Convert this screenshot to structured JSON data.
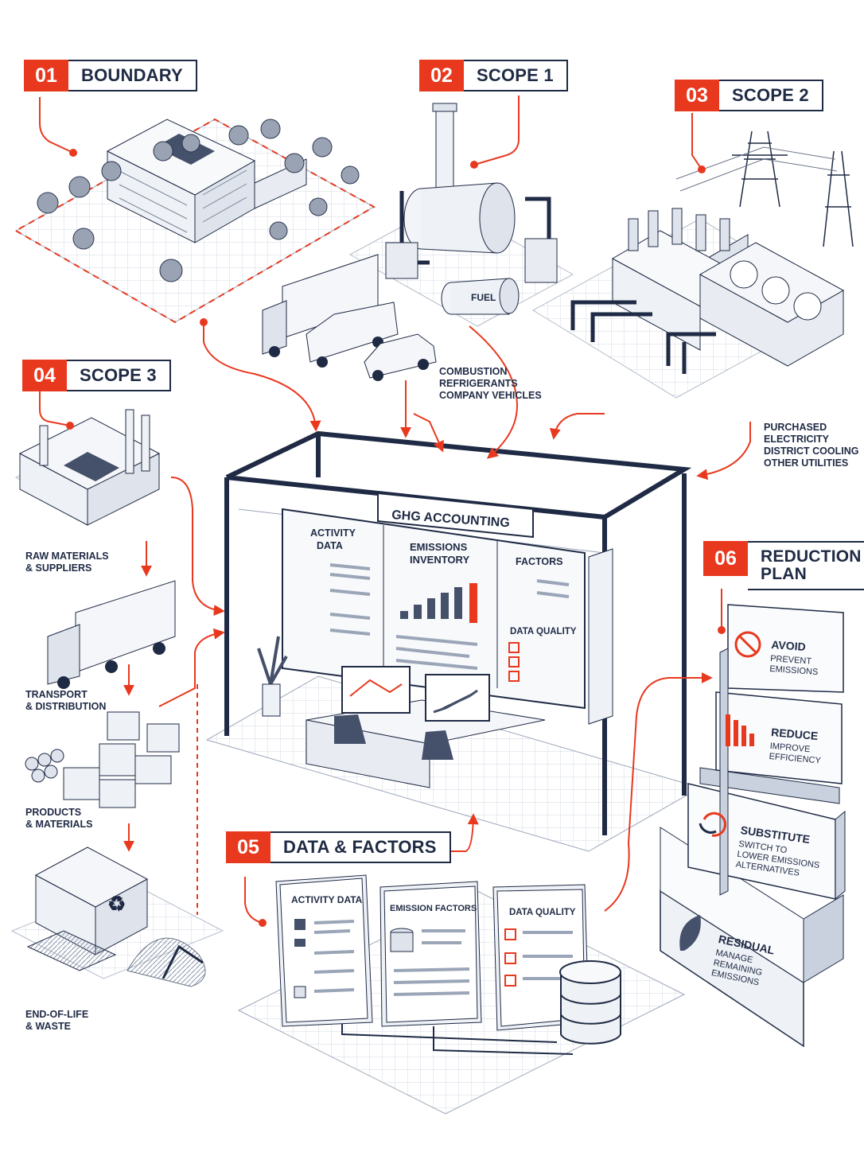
{
  "steps": {
    "boundary": {
      "num": "01",
      "label": "BOUNDARY"
    },
    "scope1": {
      "num": "02",
      "label": "SCOPE 1"
    },
    "scope2": {
      "num": "03",
      "label": "SCOPE 2"
    },
    "scope3": {
      "num": "04",
      "label": "SCOPE 3"
    },
    "data_factors": {
      "num": "05",
      "label": "DATA & FACTORS"
    },
    "reduction": {
      "num": "06",
      "label_line1": "REDUCTION",
      "label_line2": "PLAN"
    }
  },
  "scope1_items": [
    "COMBUSTION",
    "REFRIGERANTS",
    "COMPANY VEHICLES"
  ],
  "scope2_items": [
    "PURCHASED",
    "ELECTRICITY",
    "DISTRICT COOLING",
    "OTHER UTILITIES"
  ],
  "fuel_tank_label": "FUEL",
  "scope3_chain": [
    {
      "line1": "RAW MATERIALS",
      "line2": "& SUPPLIERS"
    },
    {
      "line1": "TRANSPORT",
      "line2": "& DISTRIBUTION"
    },
    {
      "line1": "PRODUCTS",
      "line2": "& MATERIALS"
    },
    {
      "line1": "END-OF-LIFE",
      "line2": "& WASTE"
    }
  ],
  "ghg": {
    "title": "GHG ACCOUNTING",
    "activity_l1": "ACTIVITY",
    "activity_l2": "DATA",
    "inventory_l1": "EMISSIONS",
    "inventory_l2": "INVENTORY",
    "factors": "FACTORS",
    "quality": "DATA QUALITY"
  },
  "documents": {
    "activity": "ACTIVITY DATA",
    "factors": "EMISSION FACTORS",
    "quality": "DATA QUALITY"
  },
  "reduction_steps": [
    {
      "title": "AVOID",
      "l1": "PREVENT",
      "l2": "EMISSIONS",
      "l3": ""
    },
    {
      "title": "REDUCE",
      "l1": "IMPROVE",
      "l2": "EFFICIENCY",
      "l3": ""
    },
    {
      "title": "SUBSTITUTE",
      "l1": "SWITCH TO",
      "l2": "LOWER EMISSIONS",
      "l3": "ALTERNATIVES"
    },
    {
      "title": "RESIDUAL",
      "l1": "MANAGE",
      "l2": "REMAINING",
      "l3": "EMISSIONS"
    }
  ],
  "colors": {
    "accent": "#e8391f",
    "ink": "#1f2a44",
    "grid": "#c9d1de"
  }
}
